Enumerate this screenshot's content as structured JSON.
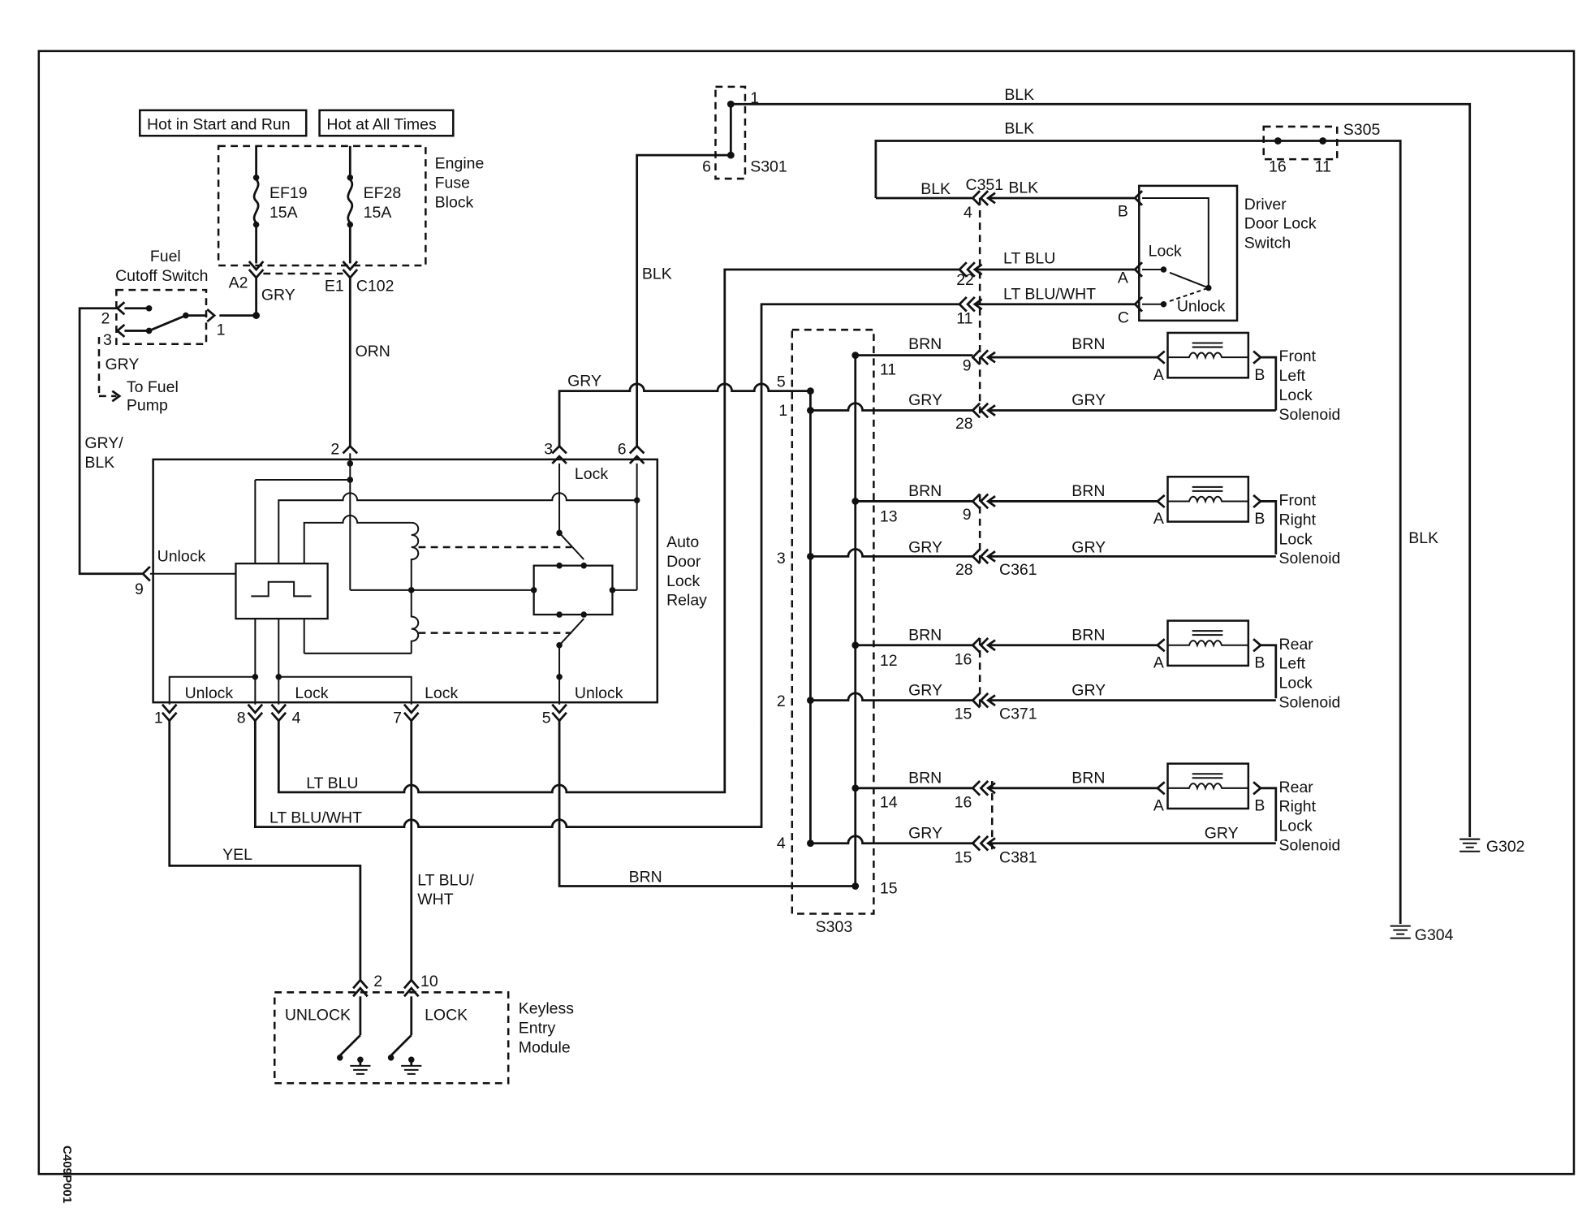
{
  "diagram_id": "C409P001",
  "power": {
    "start_run": "Hot in Start and Run",
    "all_times": "Hot at All Times",
    "fuse_block": [
      "Engine",
      "Fuse",
      "Block"
    ],
    "fuse1": [
      "EF19",
      "15A"
    ],
    "fuse2": [
      "EF28",
      "15A"
    ],
    "pin_a2": "A2",
    "pin_e1": "E1",
    "c102": "C102"
  },
  "fuel_cutoff": {
    "title": [
      "Fuel",
      "Cutoff Switch"
    ],
    "pin1": "1",
    "pin2": "2",
    "pin3": "3",
    "to_pump": [
      "To Fuel",
      "Pump"
    ]
  },
  "wires": {
    "gry": "GRY",
    "orn": "ORN",
    "blk": "BLK",
    "brn": "BRN",
    "yel": "YEL",
    "lt_blu": "LT BLU",
    "lt_blu_wht": "LT BLU/WHT",
    "gry_blk": [
      "GRY/",
      "BLK"
    ],
    "lt_blu_wht_2": [
      "LT BLU/",
      "WHT"
    ]
  },
  "relay": {
    "title": [
      "Auto",
      "Door",
      "Lock",
      "Relay"
    ],
    "unlock": "Unlock",
    "lock": "Lock",
    "pins": {
      "p1": "1",
      "p2": "2",
      "p3": "3",
      "p4": "4",
      "p5": "5",
      "p6": "6",
      "p7": "7",
      "p8": "8",
      "p9": "9"
    }
  },
  "keyless": {
    "title": [
      "Keyless",
      "Entry",
      "Module"
    ],
    "unlock": "UNLOCK",
    "lock": "LOCK",
    "pin2": "2",
    "pin10": "10"
  },
  "splices": {
    "s301": "S301",
    "s301_p1": "1",
    "s301_p6": "6",
    "s305": "S305",
    "s305_p16": "16",
    "s305_p11": "11",
    "s303": "S303",
    "s303_left": [
      "5",
      "1",
      "3",
      "2",
      "4"
    ],
    "s303_right": [
      "11",
      "13",
      "12",
      "14",
      "15"
    ]
  },
  "connectors": {
    "c351": "C351",
    "c361": "C361",
    "c371": "C371",
    "c381": "C381",
    "c351_pins": [
      "4",
      "22",
      "11",
      "9",
      "28"
    ],
    "c361_pins": [
      "9",
      "28"
    ],
    "c371_pins": [
      "16",
      "15"
    ],
    "c381_pins": [
      "16",
      "15"
    ]
  },
  "driver_switch": {
    "title": [
      "Driver",
      "Door Lock",
      "Switch"
    ],
    "lock": "Lock",
    "unlock": "Unlock",
    "pin_a": "A",
    "pin_b": "B",
    "pin_c": "C"
  },
  "solenoids": [
    {
      "name": [
        "Front",
        "Left",
        "Lock",
        "Solenoid"
      ],
      "a": "A",
      "b": "B"
    },
    {
      "name": [
        "Front",
        "Right",
        "Lock",
        "Solenoid"
      ],
      "a": "A",
      "b": "B"
    },
    {
      "name": [
        "Rear",
        "Left",
        "Lock",
        "Solenoid"
      ],
      "a": "A",
      "b": "B"
    },
    {
      "name": [
        "Rear",
        "Right",
        "Lock",
        "Solenoid"
      ],
      "a": "A",
      "b": "B"
    }
  ],
  "grounds": {
    "g302": "G302",
    "g304": "G304"
  }
}
